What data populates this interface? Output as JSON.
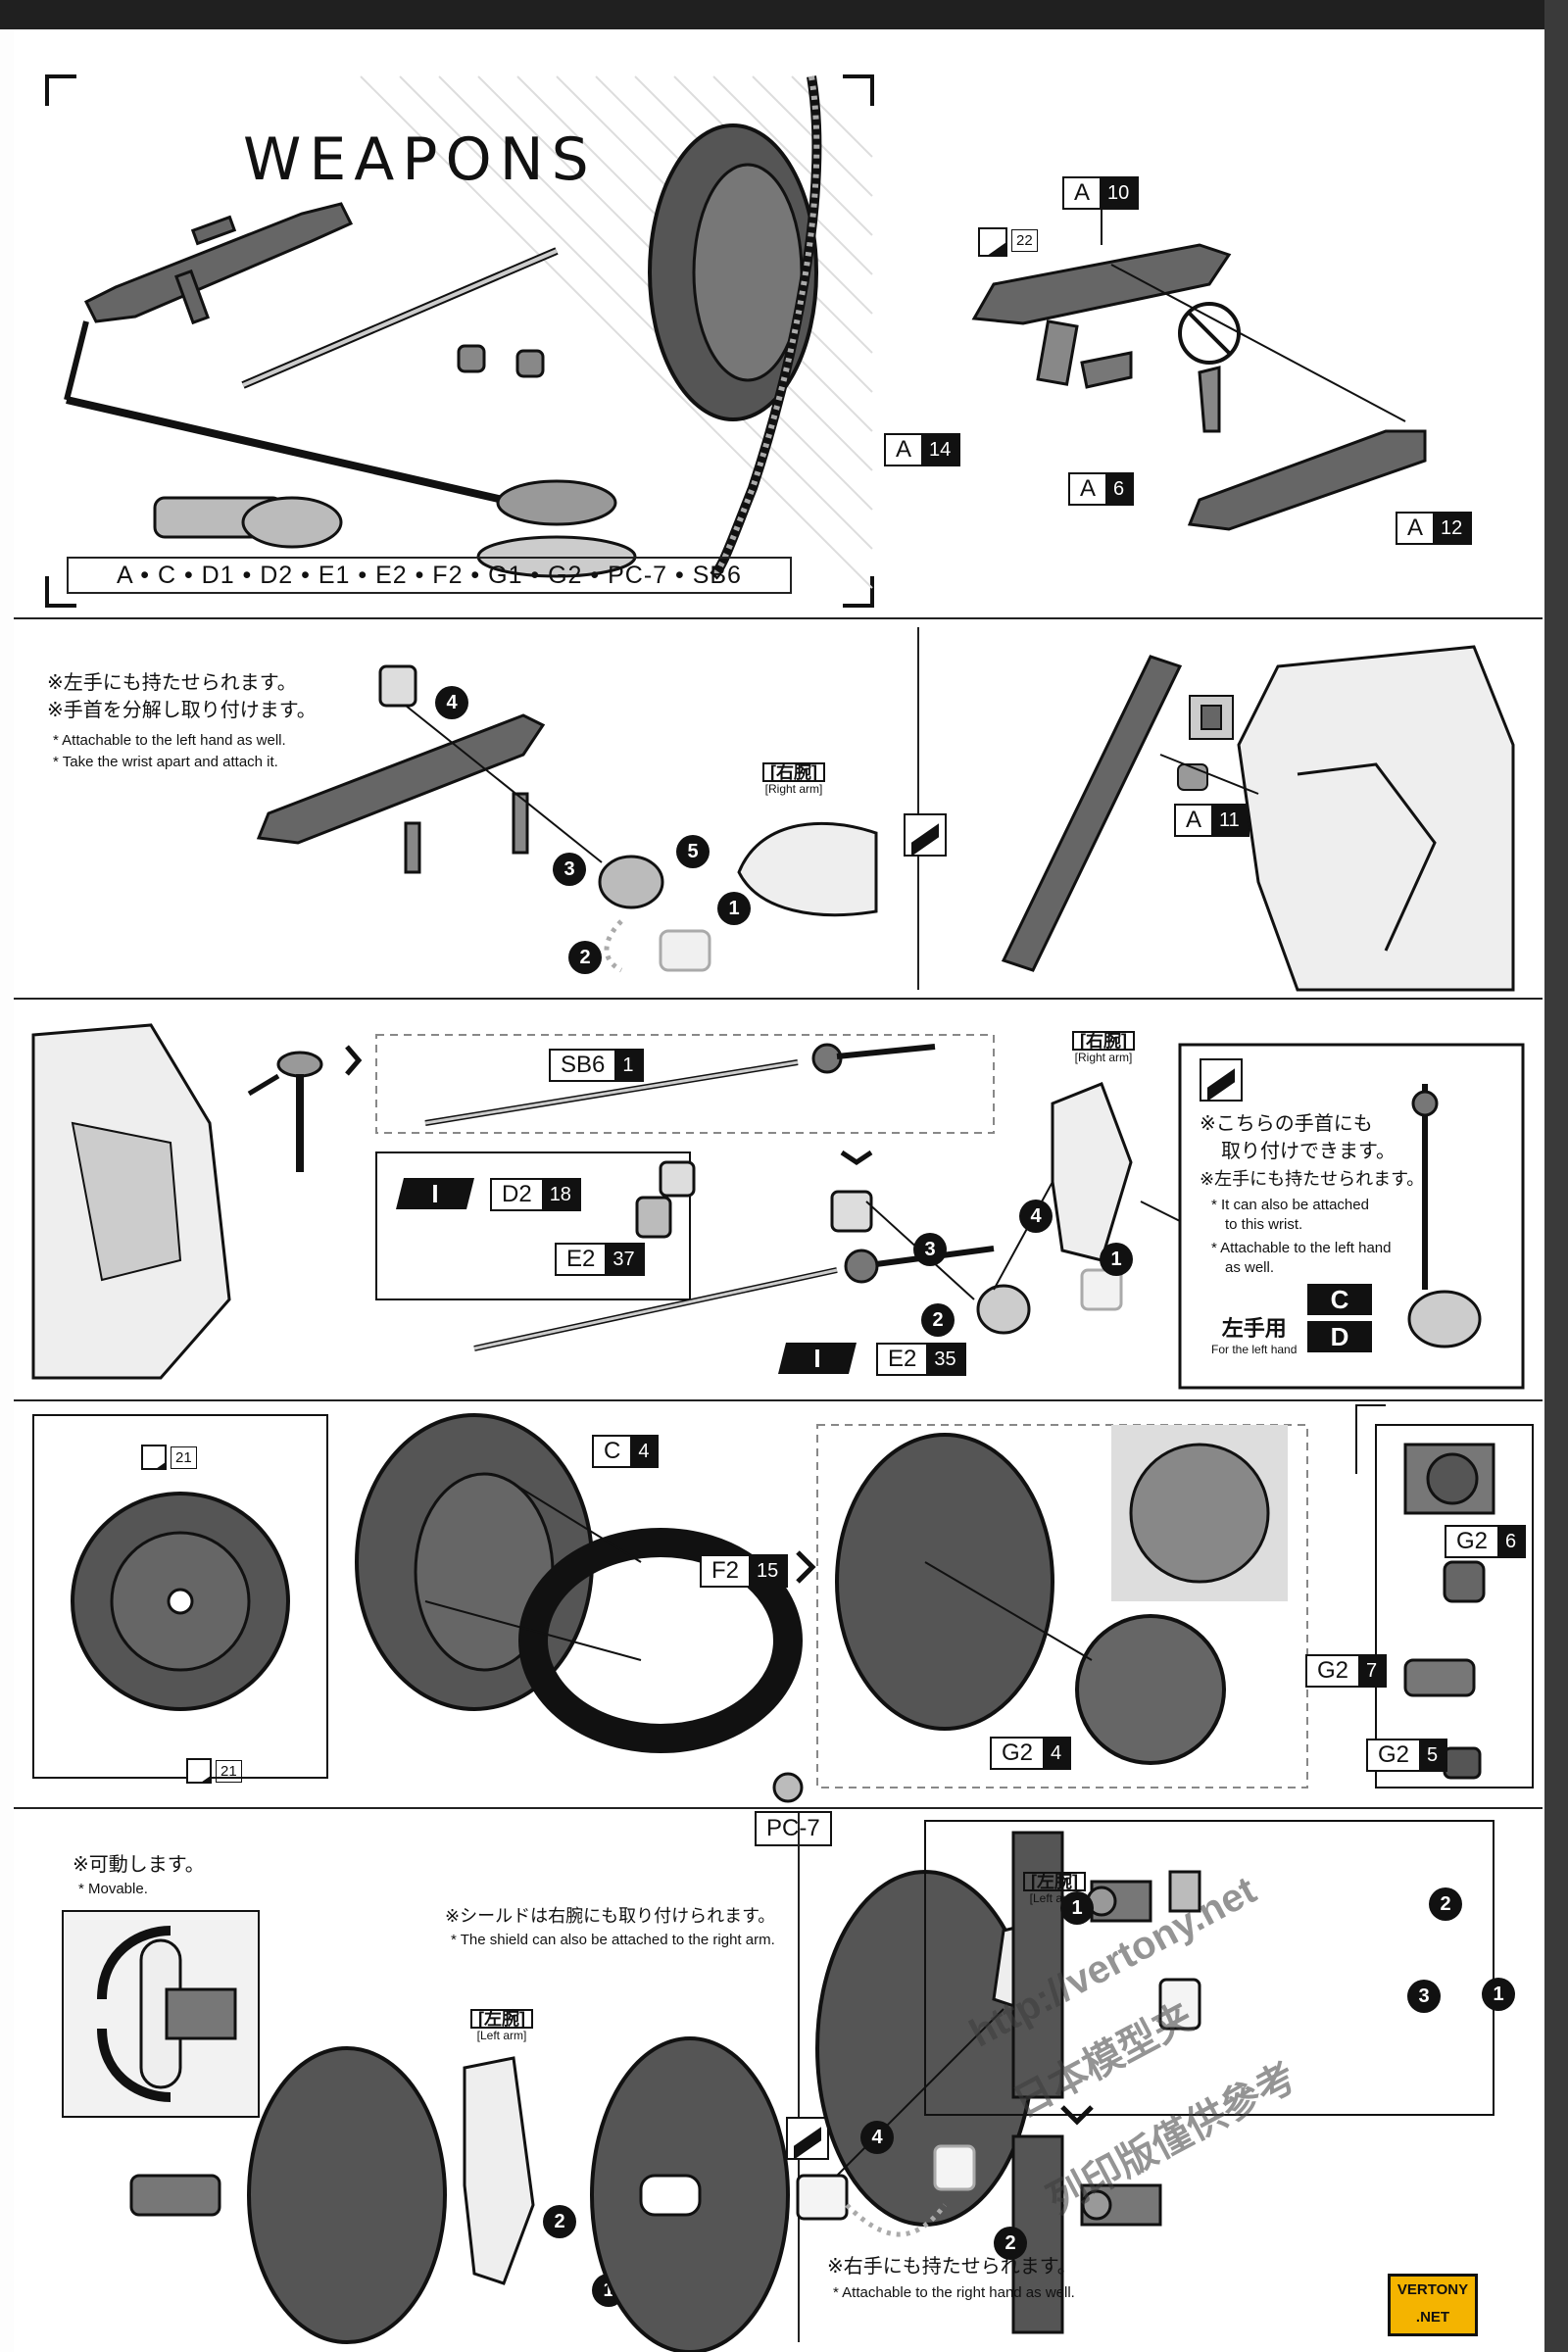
{
  "weapons": {
    "title": "WEAPONS",
    "parts_list": "A • C • D1 • D2 • E1 • E2 • F2 • G1 • G2 • PC-7 • SB6"
  },
  "rifle_assembly": {
    "ref_icon_number": "22",
    "tags": [
      {
        "runner": "A",
        "number": "10"
      },
      {
        "runner": "A",
        "number": "14"
      },
      {
        "runner": "A",
        "number": "6"
      },
      {
        "runner": "A",
        "number": "12"
      }
    ]
  },
  "rifle_attach": {
    "note_jp_1": "※左手にも持たせられます。",
    "note_jp_2": "※手首を分解し取り付けます。",
    "note_en_1": "* Attachable to the left hand as well.",
    "note_en_2": "* Take the wrist apart and attach it.",
    "arm_label_jp": "[右腕]",
    "arm_label_en": "[Right arm]",
    "steps": [
      "4",
      "3",
      "5",
      "1",
      "2"
    ]
  },
  "rifle_mount": {
    "tag": {
      "runner": "A",
      "number": "11"
    }
  },
  "saber": {
    "tags": [
      {
        "runner": "SB6",
        "number": "1"
      },
      {
        "runner": "D2",
        "number": "18"
      },
      {
        "runner": "E2",
        "number": "37"
      },
      {
        "runner": "E2",
        "number": "35"
      }
    ],
    "roman": "I",
    "arm_label_jp": "[右腕]",
    "arm_label_en": "[Right arm]",
    "steps": [
      "3",
      "4",
      "1",
      "2"
    ],
    "note_jp_1": "※こちらの手首にも",
    "note_jp_2": "取り付けできます。",
    "note_jp_3": "※左手にも持たせられます。",
    "note_en_1": "* It can also be attached",
    "note_en_2": "to this wrist.",
    "note_en_3": "* Attachable to the left hand",
    "note_en_4": "as well.",
    "left_hand_jp": "左手用",
    "left_hand_en": "For the left hand",
    "codes": [
      "C",
      "D"
    ]
  },
  "shield": {
    "ref_number_top": "21",
    "ref_number_bottom": "21",
    "tags": [
      {
        "runner": "C",
        "number": "4"
      },
      {
        "runner": "F2",
        "number": "15"
      },
      {
        "runner": "G2",
        "number": "4"
      },
      {
        "runner": "G2",
        "number": "6"
      },
      {
        "runner": "G2",
        "number": "7"
      },
      {
        "runner": "G2",
        "number": "5"
      }
    ],
    "pc_tag": "PC-7"
  },
  "shield_mount": {
    "movable_jp": "※可動します。",
    "movable_en": "* Movable.",
    "right_arm_note_jp": "※シールドは右腕にも取り付けられます。",
    "right_arm_note_en": "* The shield can also be attached to the right arm.",
    "left_arm_jp": "[左腕]",
    "left_arm_en": "[Left arm]",
    "steps": [
      "2",
      "1"
    ]
  },
  "shield_hand": {
    "left_arm_jp": "[左腕]",
    "left_arm_en": "[Left arm]",
    "note_jp": "※右手にも持たせられます。",
    "note_en": "* Attachable to the right hand as well.",
    "steps": [
      "4",
      "2",
      "1",
      "2",
      "3",
      "1"
    ]
  },
  "watermark": {
    "url": "http://vertony.net",
    "line1": "日本模型夹",
    "line2": "列印版僅供參考"
  },
  "logo": {
    "line1": "VERTONY",
    "line2": ".NET"
  }
}
